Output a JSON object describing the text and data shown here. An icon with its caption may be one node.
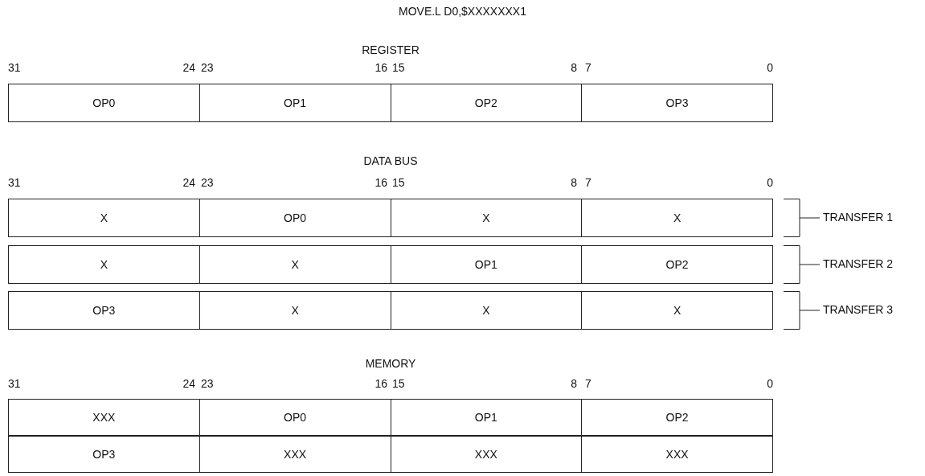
{
  "diagram": {
    "title": "MOVE.L D0,$XXXXXXX1",
    "nodes": [
      {
        "text": [
          "OP0",
          "OP1",
          "OP2",
          "OP3"
        ]
      },
      {
        "text": [
          "X",
          "OP0",
          "X",
          "X"
        ]
      },
      {
        "text": [
          "X",
          "X",
          "OP1",
          "OP2"
        ]
      },
      {
        "text": [
          "OP3",
          "X",
          "X",
          "X"
        ]
      },
      {
        "text": [
          "XXX",
          "OP0",
          "OP1",
          "OP2"
        ]
      },
      {
        "text": [
          "OP3",
          "XXX",
          "XXX",
          "XXX"
        ]
      }
    ],
    "labels": [
      "REGISTER",
      "31",
      "24",
      "23",
      "16",
      "15",
      "8",
      "7",
      "0",
      "DATA BUS",
      "31",
      "24",
      "23",
      "16",
      "15",
      "8",
      "7",
      "0",
      "TRANSFER 1",
      "TRANSFER 2",
      "TRANSFER 3",
      "MEMORY",
      "31",
      "24",
      "23",
      "16",
      "15",
      "8",
      "7",
      "0"
    ]
  }
}
